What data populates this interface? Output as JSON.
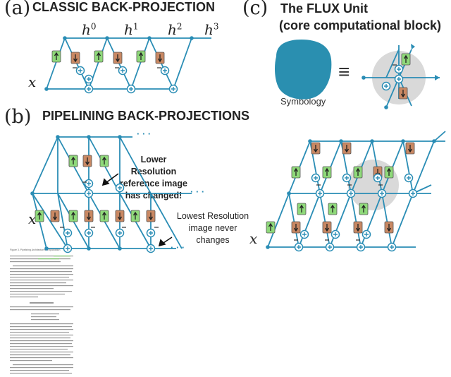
{
  "panel_a": {
    "letter": "(a)",
    "title": "CLASSIC BACK-PROJECTION",
    "labels_h": [
      "h",
      "h",
      "h",
      "h"
    ],
    "labels_h_sup": [
      "0",
      "1",
      "2",
      "3"
    ],
    "label_x": "x"
  },
  "panel_b": {
    "letter": "(b)",
    "title": "PIPELINING BACK-PROJECTIONS",
    "note_lower": "Lower Resolution reference image has changed!",
    "note_lowest": "Lowest Resolution image never changes",
    "label_x": "x",
    "dots": "· · ·"
  },
  "panel_c": {
    "letter": "(c)",
    "title_line1": "The FLUX Unit",
    "title_line2": "(core computational block)",
    "symbology": "Symbology",
    "equiv": "≡"
  },
  "right_diagram": {
    "label_x": "x"
  },
  "paper": {
    "caption": "Figure 3. Pipelining Architectures. Explanation",
    "heading": "Architecture Design"
  },
  "colors": {
    "line": "#2a8db5",
    "node_fill": "#ffffff",
    "up_unit": "#8fd97a",
    "down_unit": "#c98863",
    "flux_blob": "#2a8fb0",
    "halo": "#d9d9d9"
  }
}
